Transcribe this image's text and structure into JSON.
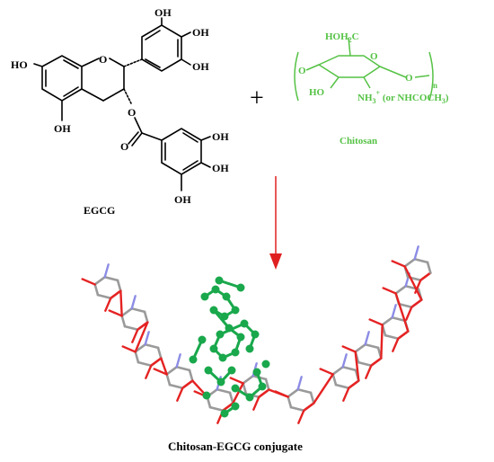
{
  "reactant1": {
    "name": "EGCG",
    "labels": {
      "oh_top1": "OH",
      "oh_top2": "OH",
      "oh_top3": "OH",
      "ho_left": "HO",
      "ring_o": "O",
      "ester_o": "O",
      "carbonyl_o": "O",
      "oh_bottom_left": "OH",
      "oh_galloyl1": "OH",
      "oh_galloyl2": "OH",
      "oh_galloyl3": "OH"
    }
  },
  "operator": "+",
  "reactant2": {
    "name": "Chitosan",
    "labels": {
      "hoh2c": "HOH",
      "hoh2c_sub": "2",
      "hoh2c_c": "C",
      "ring_o": "O",
      "o_left": "O",
      "o_right": "O",
      "ho": "HO",
      "nh3": "NH",
      "nh3_sub": "3",
      "nh3_sup": "+",
      "alt": " (or NHCOCH",
      "alt_sub": "3",
      "alt_close": ")",
      "repeat": "n"
    }
  },
  "product": {
    "name": "Chitosan-EGCG conjugate"
  },
  "colors": {
    "chitosan_green": "#55c245",
    "arrow_red": "#e02020",
    "egcg_ball_green": "#19a84c",
    "atom_oxygen": "#e52222",
    "atom_carbon": "#9a9a9a",
    "atom_nitrogen": "#8c8ce6",
    "ink": "#000000"
  }
}
